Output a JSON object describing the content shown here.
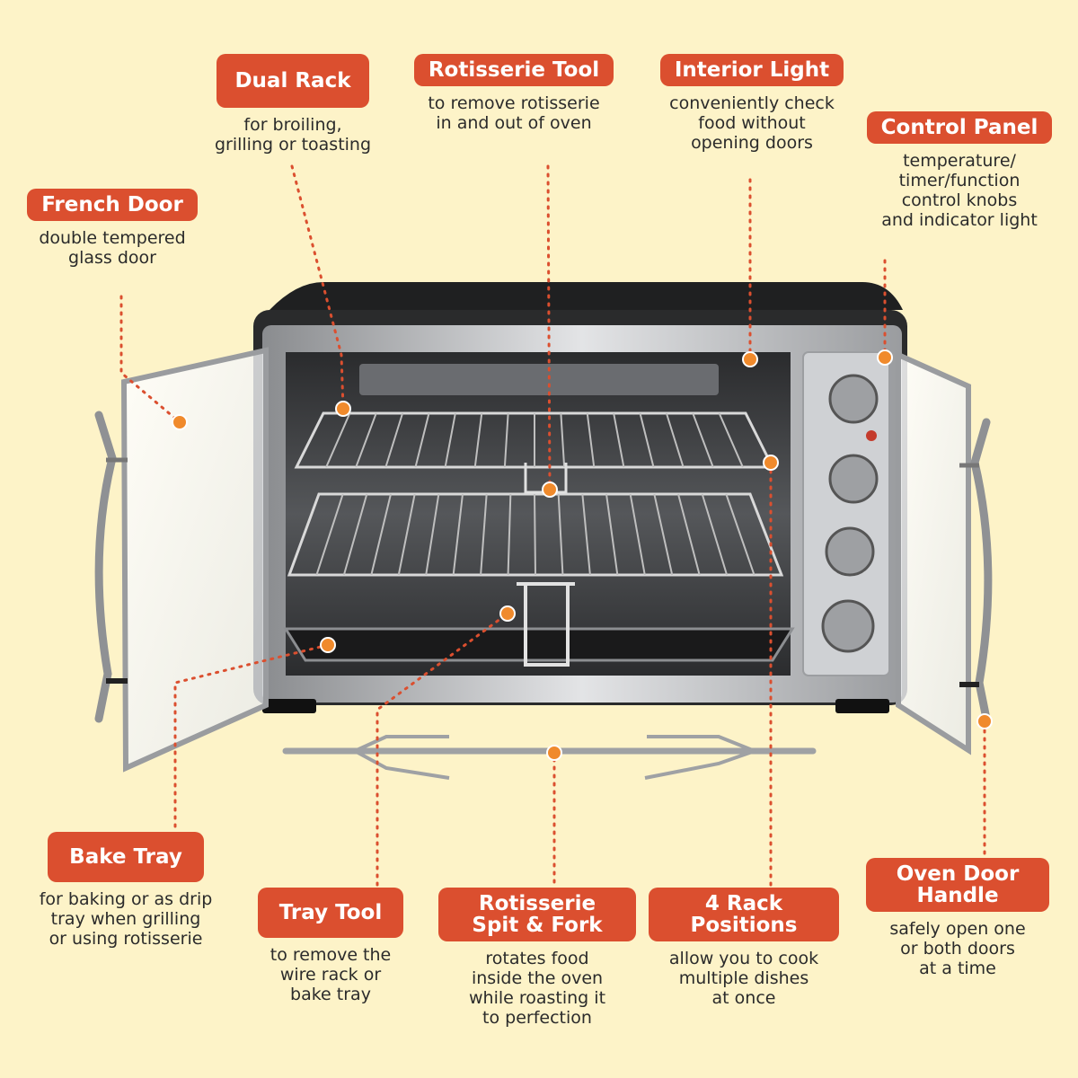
{
  "colors": {
    "background": "#fdf3c8",
    "badge": "#db4f2f",
    "badge_text": "#ffffff",
    "leader_dot": "#f08a2c",
    "text": "#2b2b2b"
  },
  "features": [
    {
      "id": "french-door",
      "title": "French\nDoor",
      "description": "double tempered\nglass door"
    },
    {
      "id": "dual-rack",
      "title": "Dual Rack",
      "description": "for broiling,\ngrilling or toasting"
    },
    {
      "id": "rotisserie-tool",
      "title": "Rotisserie\nTool",
      "description": "to remove rotisserie\nin and out of oven"
    },
    {
      "id": "interior-light",
      "title": "Interior\nLight",
      "description": "conveniently check\nfood without\nopening doors"
    },
    {
      "id": "control-panel",
      "title": "Control\nPanel",
      "description": "temperature/\ntimer/function\ncontrol knobs\nand indicator light"
    },
    {
      "id": "bake-tray",
      "title": "Bake Tray",
      "description": "for baking or as drip\ntray when grilling\nor using rotisserie"
    },
    {
      "id": "tray-tool",
      "title": "Tray Tool",
      "description": "to remove the\nwire rack or\nbake tray"
    },
    {
      "id": "rotisserie-spit",
      "title": "Rotisserie\nSpit & Fork",
      "description": "rotates food\ninside the oven\nwhile roasting it\nto perfection"
    },
    {
      "id": "rack-positions",
      "title": "4 Rack\nPositions",
      "description": "allow you to cook\nmultiple dishes\nat once"
    },
    {
      "id": "door-handle",
      "title": "Oven Door\nHandle",
      "description": "safely open one\nor both doors\nat a time"
    }
  ]
}
